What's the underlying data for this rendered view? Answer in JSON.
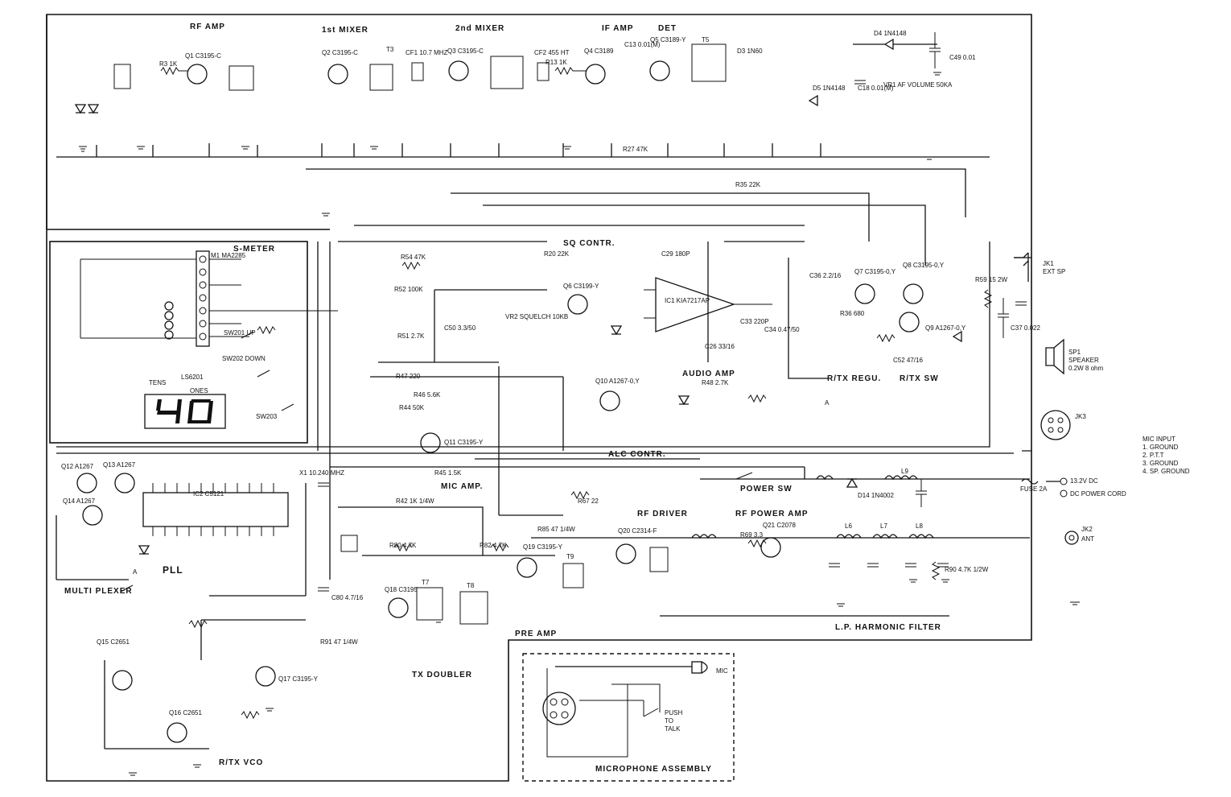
{
  "sections": {
    "rf_amp": "RF AMP",
    "mixer1": "1st MIXER",
    "mixer2": "2nd MIXER",
    "if_amp": "IF AMP",
    "det": "DET",
    "smeter": "S-METER",
    "sq_contr": "SQ CONTR.",
    "audio_amp": "AUDIO AMP",
    "rtx_regu": "R/TX REGU.",
    "rtx_sw": "R/TX SW",
    "alc_contr": "ALC CONTR.",
    "mic_amp": "MIC AMP.",
    "power_sw": "POWER SW",
    "rf_driver": "RF DRIVER",
    "rf_power_amp": "RF POWER AMP",
    "pll": "PLL",
    "multiplexer": "MULTI PLEXER",
    "pre_amp": "PRE AMP",
    "tx_doubler": "TX DOUBLER",
    "rtx_vco": "R/TX VCO",
    "lp_filter": "L.P. HARMONIC FILTER",
    "mic_assembly": "MICROPHONE ASSEMBLY",
    "tens": "TENS",
    "ones": "ONES"
  },
  "display": {
    "digits": "40",
    "part": "LS6201"
  },
  "connectors": {
    "jk1": "JK1",
    "jk1_desc": "EXT SP",
    "sp1": "SP1",
    "sp1_desc1": "SPEAKER",
    "sp1_desc2": "0.2W 8 ohm",
    "jk3": "JK3",
    "jk2": "JK2",
    "jk2_desc": "ANT",
    "fuse": "FUSE 2A",
    "dc_in": "13.2V DC",
    "dc_cord": "DC POWER CORD",
    "mic_input_title": "MIC INPUT",
    "mic_pins": [
      "1. GROUND",
      "2. P.T.T",
      "3. GROUND",
      "4. SP. GROUND"
    ],
    "mic": "MIC",
    "ptt1": "PUSH",
    "ptt2": "TO",
    "ptt3": "TALK"
  },
  "components": {
    "q1": "Q1 C3195-C",
    "q2": "Q2 C3195-C",
    "q3": "Q3 C3195-C",
    "q4": "Q4 C3189",
    "q5": "Q5 C3189-Y",
    "q6": "Q6 C3199-Y",
    "q7": "Q7 C3195-0,Y",
    "q8": "Q8 C3195-0,Y",
    "q9": "Q9 A1267-0,Y",
    "q10": "Q10 A1267-0,Y",
    "q11": "Q11 C3195-Y",
    "q12": "Q12 A1267",
    "q13": "Q13 A1267",
    "q14": "Q14 A1267",
    "q15": "Q15 C2651",
    "q16": "Q16 C2651",
    "q17": "Q17 C3195-Y",
    "q18": "Q18 C3195",
    "q19": "Q19 C3195-Y",
    "q20": "Q20 C2314-F",
    "q21": "Q21 C2078",
    "ic1": "IC1 KIA7217AP",
    "ic2": "IC2 C5121",
    "cf1": "CF1 10.7 MHZ",
    "cf2": "CF2 455 HT",
    "vr1": "VR1 AF VOLUME 50KA",
    "vr2": "VR2 SQUELCH 10KB",
    "x1": "X1 10.240 MHZ",
    "d4": "D4 1N4148",
    "d3": "D3 1N60",
    "d5": "D5 1N4148",
    "d14": "D14 1N4002",
    "meter": "M1 MA2285",
    "sw201": "SW201 UP",
    "sw202": "SW202 DOWN",
    "sw203": "SW203",
    "r3": "R3 1K",
    "r13": "R13 1K",
    "r20": "R20 22K",
    "r27": "R27 47K",
    "r35": "R35 22K",
    "r54": "R54 47K",
    "r52": "R52 100K",
    "r51": "R51 2.7K",
    "r47": "R47 220",
    "r46": "R46 5.6K",
    "r44": "R44 50K",
    "r45": "R45 1.5K",
    "r42": "R42 1K 1/4W",
    "r67": "R67 22",
    "r80": "R80 4.7K",
    "r82": "R82 4.7K",
    "r85": "R85 47 1/4W",
    "r91": "R91 47 1/4W",
    "r69": "R69 3.3",
    "r90": "R90 4.7K 1/2W",
    "r59": "R59 15 2W",
    "r36": "R36 680",
    "r48": "R48 2.7K",
    "c13": "C13 0.01(M)",
    "c18": "C18 0.01(M)",
    "c49": "C49 0.01",
    "c29": "C29 180P",
    "c33": "C33 220P",
    "c34": "C34 0.47/50",
    "c26": "C26 33/16",
    "c50": "C50 3.3/50",
    "c52": "C52 47/16",
    "c37": "C37 0.022",
    "c80": "C80 4.7/16",
    "c36": "C36 2.2/16",
    "l9": "L9",
    "l6": "L6",
    "l7": "L7",
    "l8": "L8",
    "t3": "T3",
    "t5": "T5",
    "t7": "T7",
    "t8": "T8",
    "t9": "T9",
    "note_a": "A"
  }
}
